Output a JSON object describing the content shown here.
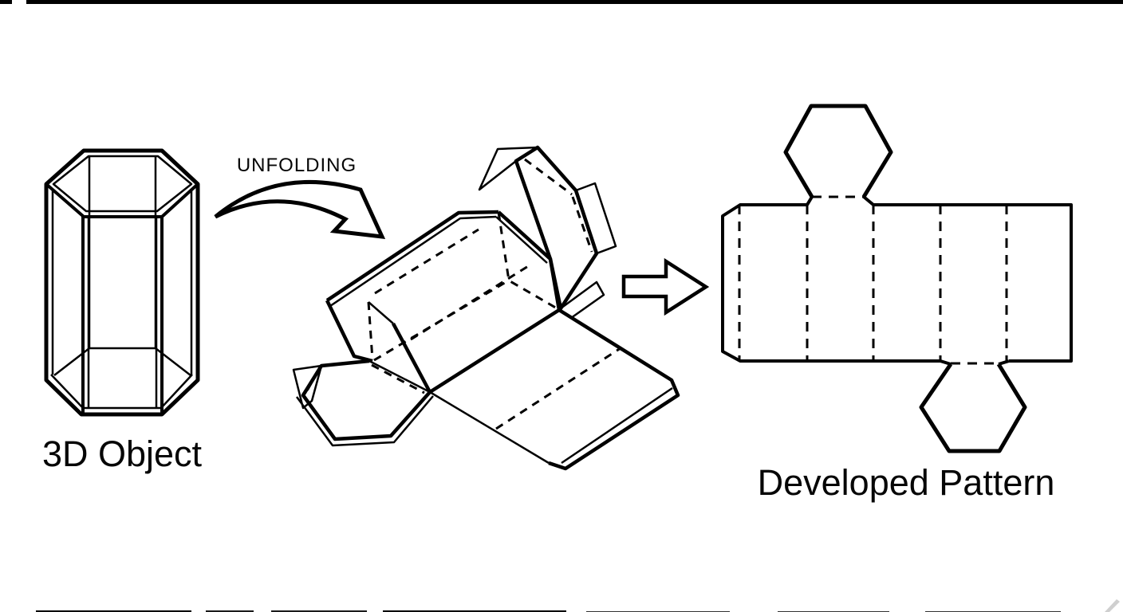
{
  "page": {
    "background": "#ffffff",
    "ink": "#000000",
    "description": "Unfolding of a hexagonal prism into its developed flat pattern"
  },
  "figure": {
    "object_label": "3D Object",
    "process_label": "UNFOLDING",
    "result_label": "Developed Pattern"
  }
}
